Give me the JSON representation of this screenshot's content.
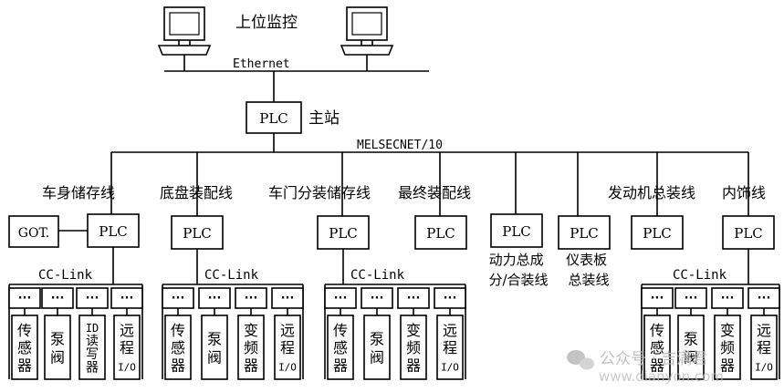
{
  "supervisory_label": "上位监控",
  "ethernet_label": "Ethernet",
  "master": {
    "plc_label": "PLC",
    "label": "主站"
  },
  "melsecnet_label": "MELSECNET/10",
  "got_label": "GOT.",
  "cc_link_label": "CC-Link",
  "dots": "···",
  "lines": [
    {
      "name": "车身储存线",
      "plc": "PLC",
      "devices": [
        "传感器",
        "泵阀",
        "ID读写器",
        "远程I/O"
      ]
    },
    {
      "name": "底盘装配线",
      "plc": "PLC",
      "devices": [
        "传感器",
        "泵阀",
        "变频器",
        "远程I/O"
      ]
    },
    {
      "name": "车门分装储存线",
      "plc": "PLC",
      "devices": [
        "传感器",
        "泵阀",
        "变频器",
        "远程I/O"
      ]
    },
    {
      "name": "最终装配线",
      "plc": "PLC",
      "devices": []
    },
    {
      "name": "动力总成分/合装线",
      "plc": "PLC",
      "devices": []
    },
    {
      "name": "仪表板总装线",
      "plc": "PLC",
      "devices": []
    },
    {
      "name": "发动机总装线",
      "plc": "PLC",
      "devices": []
    },
    {
      "name": "内饰线",
      "plc": "PLC",
      "devices": [
        "传感器",
        "泵阀",
        "变频器",
        "远程I/O"
      ]
    }
  ],
  "watermark": {
    "text": "公众号 · 吉满君",
    "url": "www.dianyon.com"
  }
}
